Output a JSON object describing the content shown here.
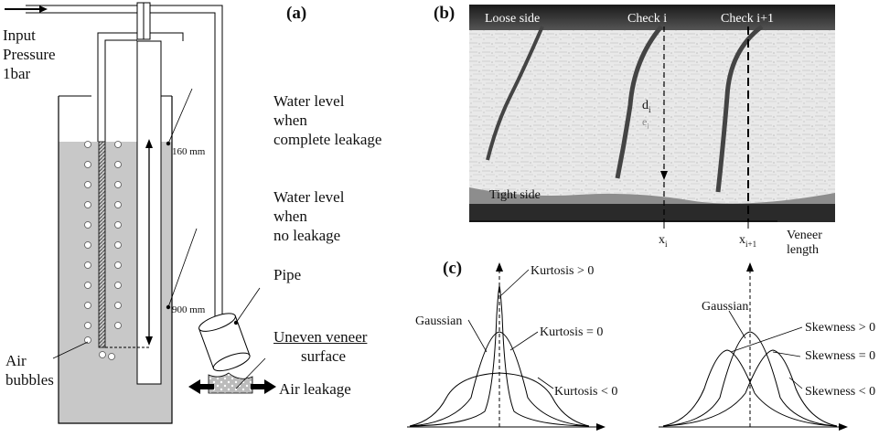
{
  "panel_a": {
    "tag": "(a)",
    "input_line1": "Input",
    "input_line2": "Pressure",
    "input_line3": "1bar",
    "water_complete_1": "Water level",
    "water_complete_2": "when",
    "water_complete_3": "complete leakage",
    "water_none_1": "Water level",
    "water_none_2": "when",
    "water_none_3": "no leakage",
    "mark_160": "160 mm",
    "mark_900": "900 mm",
    "pipe": "Pipe",
    "veneer_1": "Uneven veneer",
    "veneer_2": "surface",
    "air_leakage": "Air leakage",
    "bubbles_1": "Air",
    "bubbles_2": "bubbles"
  },
  "panel_b": {
    "tag": "(b)",
    "loose_side": "Loose side",
    "check_i": "Check i",
    "check_i1": "Check i+1",
    "tight_side": "Tight side",
    "d_label": "d",
    "d_sub": "i",
    "e_label": "e",
    "e_sub": "i",
    "x_i": "x",
    "x_i_sub": "i",
    "x_i1": "x",
    "x_i1_sub": "i+1",
    "axis_1": "Veneer",
    "axis_2": "length"
  },
  "panel_c": {
    "tag": "(c)",
    "kurt_pos": "Kurtosis > 0",
    "kurt_zero": "Kurtosis = 0",
    "kurt_neg": "Kurtosis < 0",
    "gaussian_left": "Gaussian",
    "gaussian_right": "Gaussian",
    "skew_pos": "Skewness > 0",
    "skew_zero": "Skewness = 0",
    "skew_neg": "Skewness < 0"
  }
}
